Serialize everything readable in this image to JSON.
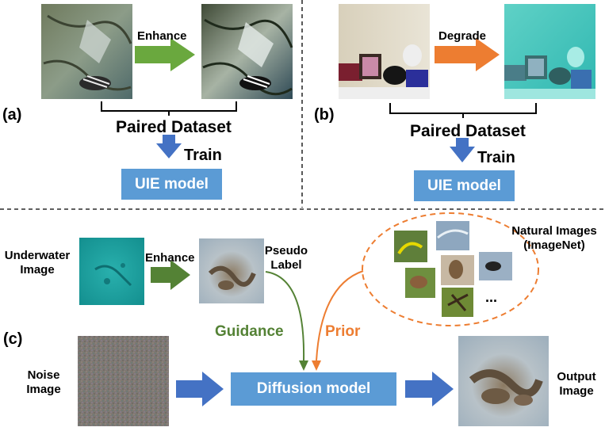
{
  "colors": {
    "green_arrow": "#6aa83e",
    "orange_arrow": "#ed7d31",
    "blue_arrow": "#4472c4",
    "model_box": "#5b9bd5",
    "guidance_text": "#548235",
    "prior_text": "#ed7d31",
    "guidance_line": "#548235",
    "prior_line": "#ed7d31",
    "ellipse_dash": "#ed7d31",
    "divider": "#000000"
  },
  "panel_a": {
    "label": "(a)",
    "arrow_label": "Enhance",
    "dataset_label": "Paired Dataset",
    "train_label": "Train",
    "model_label": "UIE model"
  },
  "panel_b": {
    "label": "(b)",
    "arrow_label": "Degrade",
    "dataset_label": "Paired Dataset",
    "train_label": "Train",
    "model_label": "UIE model"
  },
  "panel_c": {
    "label": "(c)",
    "underwater_label_1": "Underwater",
    "underwater_label_2": "Image",
    "enhance_label": "Enhance",
    "pseudo_label_1": "Pseudo",
    "pseudo_label_2": "Label",
    "natural_label_1": "Natural Images",
    "natural_label_2": "(ImageNet)",
    "ellipsis": "...",
    "guidance_label": "Guidance",
    "prior_label": "Prior",
    "noise_label_1": "Noise",
    "noise_label_2": "Image",
    "diffusion_label": "Diffusion model",
    "output_label_1": "Output",
    "output_label_2": "Image"
  }
}
